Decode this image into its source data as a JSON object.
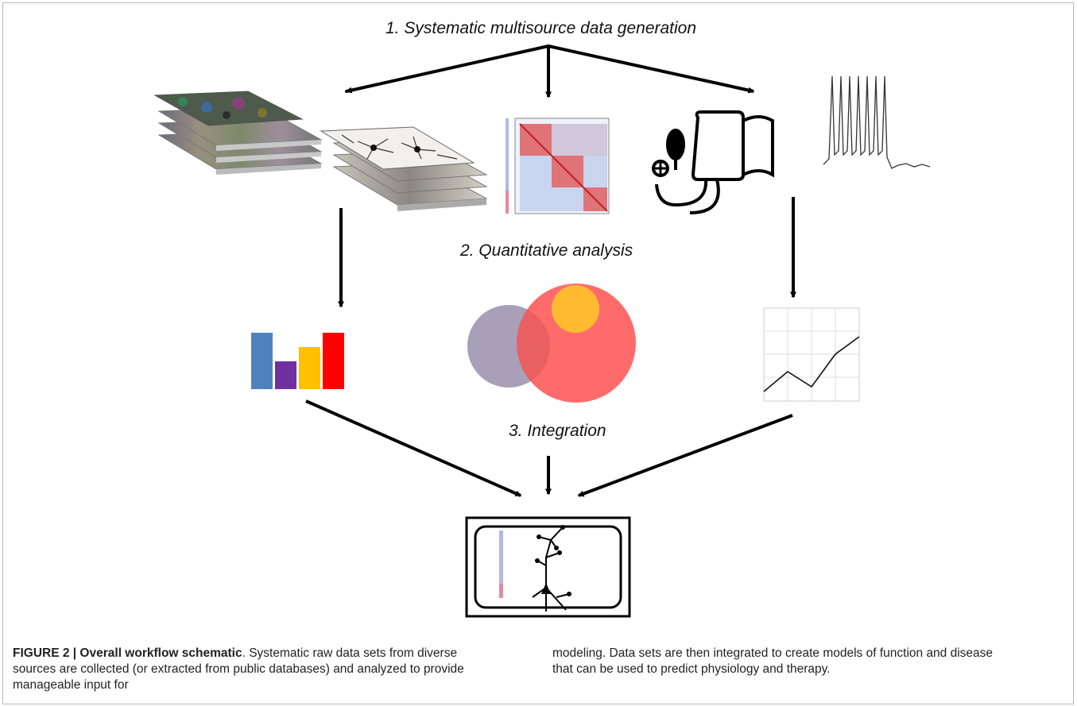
{
  "stages": {
    "s1": "1. Systematic multisource data generation",
    "s2": "2. Quantitative analysis",
    "s3": "3. Integration"
  },
  "caption": {
    "heading": "FIGURE 2 | Overall workflow schematic",
    "col1": ". Systematic raw data sets from diverse sources are collected (or extracted from public databases) and analyzed to provide manageable input for",
    "col2": "modeling. Data sets are then integrated to create models of function and disease that can be used to predict physiology and therapy."
  },
  "colors": {
    "bar_blue": "#4f81bd",
    "bar_purple": "#7030a0",
    "bar_yellow": "#ffc000",
    "bar_red": "#ff0000",
    "venn_blue": "#8eaed6",
    "venn_red": "#ff5b5b",
    "venn_yellow": "#ffbf2e"
  },
  "icons": [
    "image-stack-icon",
    "neuron-image-stack-icon",
    "correlation-matrix-icon",
    "blood-pressure-cuff-icon",
    "action-potential-trace-icon",
    "bar-chart-icon",
    "venn-diagram-icon",
    "line-graph-icon",
    "model-screen-icon"
  ]
}
